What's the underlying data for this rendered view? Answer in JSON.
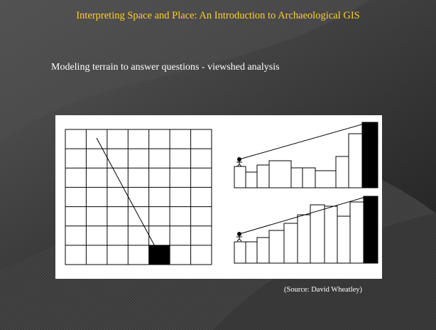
{
  "slide": {
    "title": "Interpreting Space and Place: An Introduction to Archaeological GIS",
    "subtitle": "Modeling terrain to answer questions - viewshed analysis",
    "source": "(Source: David Wheatley)"
  },
  "figure": {
    "grid": {
      "columns": 7,
      "rows": 7,
      "filled_cell": {
        "column": 5,
        "row": 7
      }
    }
  },
  "colors": {
    "title": "#ffcc33",
    "text": "#ffffff",
    "background": "#2e2e2e",
    "figure_background": "#ffffff"
  }
}
